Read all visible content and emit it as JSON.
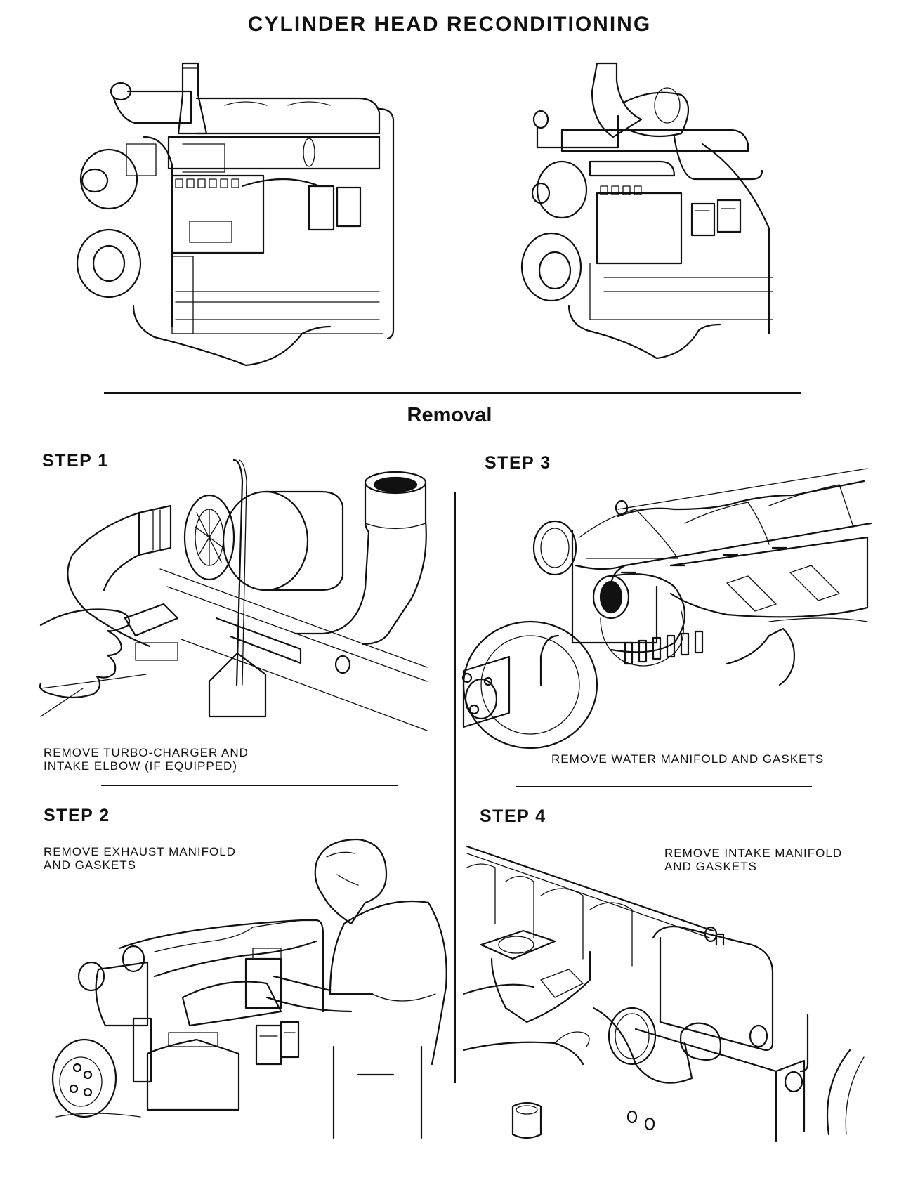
{
  "document": {
    "title": "CYLINDER HEAD RECONDITIONING",
    "section_title": "Removal",
    "figures": {
      "overview_left": {
        "depicts": "Engine assembly side view with turbocharger, fuel injection pump and filters (before disassembly)"
      },
      "overview_right": {
        "depicts": "Engine assembly side view with turbocharger mounted on exhaust manifold (alternate configuration)"
      }
    },
    "steps": [
      {
        "label": "STEP 1",
        "caption": "REMOVE TURBO-CHARGER AND\nINTAKE ELBOW (IF EQUIPPED)",
        "depicts": "Hands removing turbocharger and intake elbow from engine"
      },
      {
        "label": "STEP 2",
        "caption": "REMOVE EXHAUST MANIFOLD\nAND GASKETS",
        "depicts": "Mechanic lifting exhaust manifold from engine"
      },
      {
        "label": "STEP 3",
        "caption": "REMOVE WATER MANIFOLD AND GASKETS",
        "depicts": "Water manifold being removed from cylinder head with injector lines"
      },
      {
        "label": "STEP 4",
        "caption": "REMOVE INTAKE MANIFOLD\nAND GASKETS",
        "depicts": "Hand removing intake manifold section from cylinder head"
      }
    ]
  }
}
